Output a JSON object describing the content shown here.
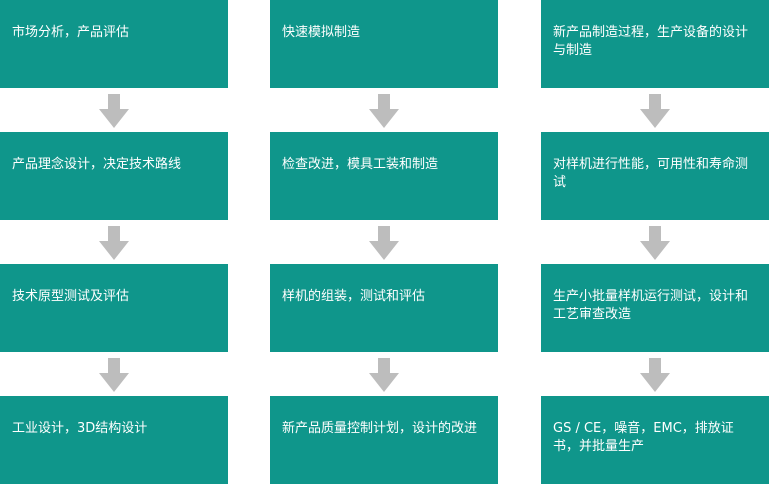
{
  "flow": {
    "columns": [
      {
        "steps": [
          "市场分析，产品评估",
          "产品理念设计，决定技术路线",
          "技术原型测试及评估",
          "工业设计，3D结构设计"
        ]
      },
      {
        "steps": [
          "快速模拟制造",
          "检查改进，模具工装和制造",
          "样机的组装，测试和评估",
          "新产品质量控制计划，设计的改进"
        ]
      },
      {
        "steps": [
          "新产品制造过程，生产设备的设计与制造",
          "对样机进行性能，可用性和寿命测试",
          "生产小批量样机运行测试，设计和工艺审查改造",
          "GS / CE，噪音，EMC，排放证书，并批量生产"
        ]
      }
    ]
  },
  "icons": {
    "arrow": "down-arrow-icon"
  },
  "colors": {
    "box_fill": "#0f968b",
    "box_text": "#ffffff",
    "arrow": "#bdbdbd",
    "background": "#ffffff"
  }
}
